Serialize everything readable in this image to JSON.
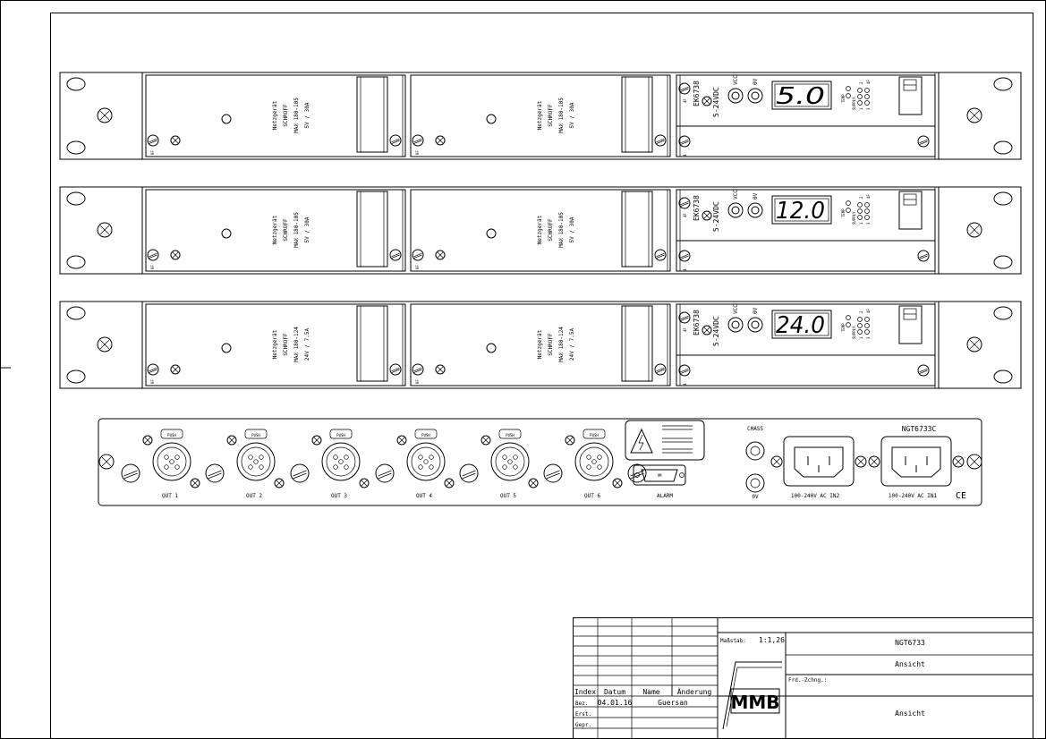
{
  "racks": [
    {
      "modules": [
        {
          "label_lines": [
            "Netzgerät",
            "SCHROFF",
            "MAX 180-105",
            "5V / 30A"
          ],
          "corner_tag": "8F"
        },
        {
          "label_lines": [
            "Netzgerät",
            "SCHROFF",
            "MAX 180-105",
            "5V / 30A"
          ],
          "corner_tag": "8F"
        }
      ],
      "control": {
        "model": "EK6738",
        "voltage_range": "5-24VDC",
        "corner_top": "4F",
        "corner_bottom": "4",
        "jack1": "VCC",
        "jack2": "0V",
        "display": "5.0",
        "temp": "TEMP",
        "supply": "SUPPLY",
        "ind1": "1",
        "ind2": "2",
        "ind3": "3",
        "ind4": "4F"
      }
    },
    {
      "modules": [
        {
          "label_lines": [
            "Netzgerät",
            "SCHROFF",
            "MAX 180-105",
            "5V / 30A"
          ],
          "corner_tag": "8F"
        },
        {
          "label_lines": [
            "Netzgerät",
            "SCHROFF",
            "MAX 180-105",
            "5V / 30A"
          ],
          "corner_tag": "8F"
        }
      ],
      "control": {
        "model": "EK6738",
        "voltage_range": "5-24VDC",
        "corner_top": "4F",
        "corner_bottom": "4",
        "jack1": "VCC",
        "jack2": "0V",
        "display": "12.0",
        "temp": "TEMP",
        "supply": "SUPPLY",
        "ind1": "1",
        "ind2": "2",
        "ind3": "3",
        "ind4": "4F"
      }
    },
    {
      "modules": [
        {
          "label_lines": [
            "Netzgerät",
            "SCHROFF",
            "MAX 180-124",
            "24V / 7.5A"
          ],
          "corner_tag": "8F"
        },
        {
          "label_lines": [
            "Netzgerät",
            "SCHROFF",
            "MAX 180-124",
            "24V / 7.5A"
          ],
          "corner_tag": "8F"
        }
      ],
      "control": {
        "model": "EK6738",
        "voltage_range": "5-24VDC",
        "corner_top": "4F",
        "corner_bottom": "4",
        "jack1": "VCC",
        "jack2": "0V",
        "display": "24.0",
        "temp": "TEMP",
        "supply": "SUPPLY",
        "ind1": "1",
        "ind2": "2",
        "ind3": "3",
        "ind4": "4F"
      }
    }
  ],
  "rear_panel": {
    "outputs": [
      {
        "label": "OUT 1",
        "push": "PUSH"
      },
      {
        "label": "OUT 2",
        "push": "PUSH"
      },
      {
        "label": "OUT 3",
        "push": "PUSH"
      },
      {
        "label": "OUT 4",
        "push": "PUSH"
      },
      {
        "label": "OUT 5",
        "push": "PUSH"
      },
      {
        "label": "OUT 6",
        "push": "PUSH"
      }
    ],
    "alarm_label": "ALARM",
    "alarm_connector": "9M",
    "chassis_label": "CHASS",
    "zero_v_label": "0V",
    "ac_in2_label": "100-240V AC IN2",
    "ac_in1_label": "100-240V AC IN1",
    "model": "NGT6733C",
    "ce_mark": "CE"
  },
  "title_block": {
    "headers": {
      "index": "Index",
      "datum": "Datum",
      "name": "Name",
      "aenderung": "Änderung"
    },
    "rows": [
      {
        "role": "Bez.",
        "date": "04.01.16",
        "name": "Guersan"
      },
      {
        "role": "Erst.",
        "date": "",
        "name": ""
      },
      {
        "role": "Gepr.",
        "date": "",
        "name": ""
      }
    ],
    "scale_label": "Maßstab:",
    "scale_value": "1:1,26",
    "drawing_number": "NGT6733",
    "view_title": "Ansicht",
    "view_title_bottom": "Ansicht",
    "frd_label": "Frd.-Zchng.:",
    "logo": "MMB"
  }
}
